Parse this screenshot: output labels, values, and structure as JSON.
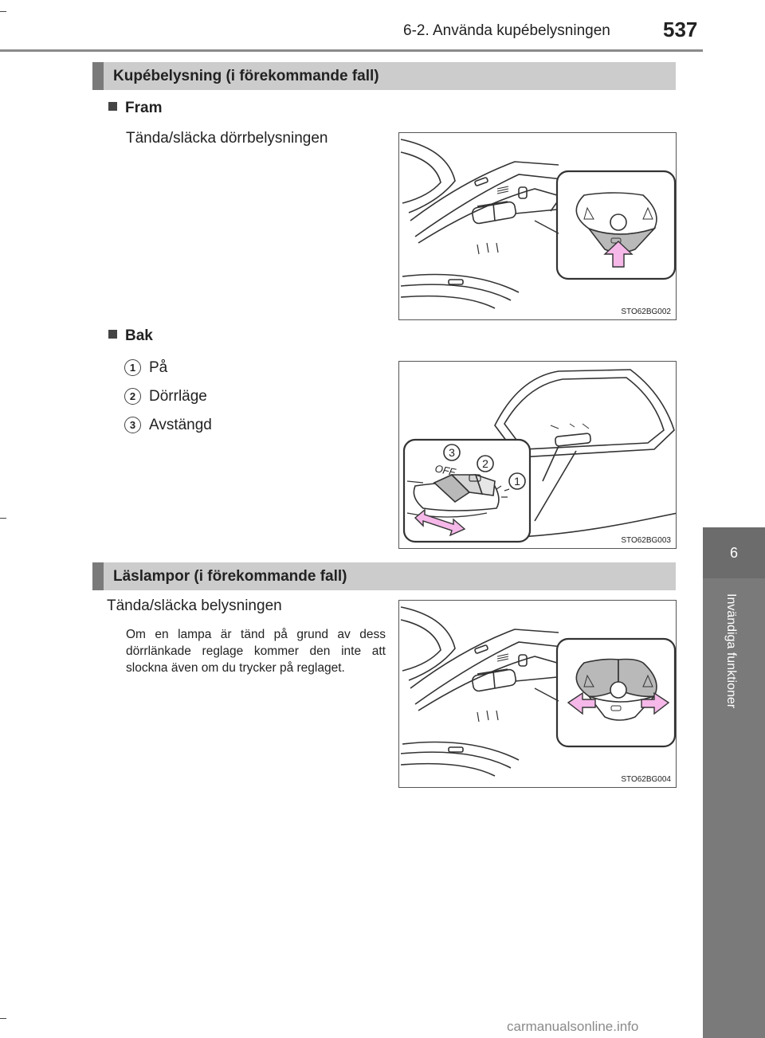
{
  "header": {
    "section_title": "6-2. Använda kupébelysningen",
    "page_number": "537"
  },
  "side_tab": {
    "chapter": "6",
    "label": "Invändiga funktioner"
  },
  "sections": [
    {
      "heading": "Kupébelysning (i förekommande fall)",
      "subsections": [
        {
          "bullet": "Fram",
          "text": "Tända/släcka dörrbelysningen",
          "figure_code": "STO62BG002"
        },
        {
          "bullet": "Bak",
          "items": [
            {
              "num": "1",
              "text": "På"
            },
            {
              "num": "2",
              "text": "Dörrläge"
            },
            {
              "num": "3",
              "text": "Avstängd"
            }
          ],
          "figure_code": "STO62BG003",
          "figure_labels": {
            "off": "OFF",
            "n1": "1",
            "n2": "2",
            "n3": "3"
          }
        }
      ]
    },
    {
      "heading": "Läslampor (i förekommande fall)",
      "text": "Tända/släcka belysningen",
      "note": "Om en lampa är tänd på grund av dess dörrlänkade reglage kommer den inte att slockna även om du trycker på reglaget.",
      "figure_code": "STO62BG004"
    }
  ],
  "watermark": "carmanualsonline.info",
  "colors": {
    "heading_bg": "#cccccc",
    "heading_accent": "#7a7a7a",
    "side_tab": "#7a7a7a",
    "arrow_fill": "#f5b8e8"
  }
}
